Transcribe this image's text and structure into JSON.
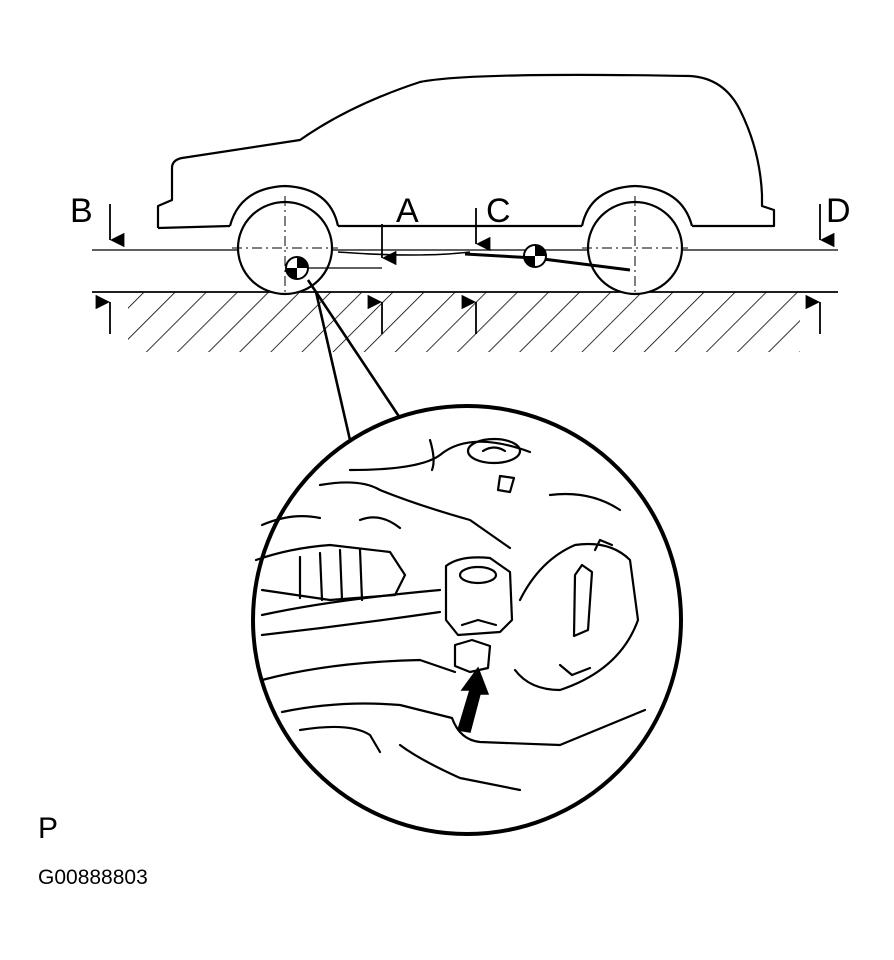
{
  "labels": {
    "a": "A",
    "b": "B",
    "c": "C",
    "d": "D"
  },
  "figure_letter": "P",
  "figure_code": "G00888803",
  "colors": {
    "line": "#000000",
    "background": "#ffffff"
  },
  "icons": [
    "up-arrow-icon",
    "down-arrow-icon",
    "measurement-point-icon",
    "pointer-arrow-icon"
  ]
}
